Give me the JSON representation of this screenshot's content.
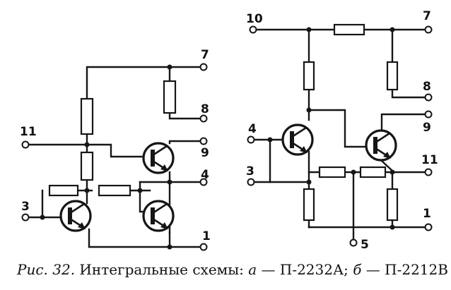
{
  "figure": {
    "caption": {
      "prefix": "Рис. 32.",
      "text": " Интегральные схемы: ",
      "a_letter": "а",
      "a_dash": " — ",
      "a_name": "П-2232А; ",
      "b_letter": "б",
      "b_dash": " — ",
      "b_name": "П-2212В"
    },
    "circuit_a": {
      "pins": {
        "p7": "7",
        "p8": "8",
        "p11": "11",
        "p9": "9",
        "p4": "4",
        "p3": "3",
        "p1": "1"
      }
    },
    "circuit_b": {
      "pins": {
        "p10": "10",
        "p7": "7",
        "p8": "8",
        "p4": "4",
        "p9": "9",
        "p3": "3",
        "p11": "11",
        "p1": "1",
        "p5": "5"
      }
    }
  }
}
